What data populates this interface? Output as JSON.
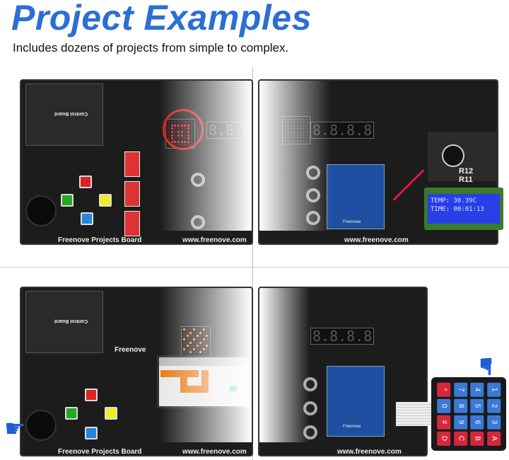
{
  "header": {
    "title": "Project Examples",
    "subtitle": "Includes dozens of projects from simple to complex."
  },
  "board": {
    "name": "Freenove Projects Board",
    "url": "www.freenove.com",
    "logo": "Freenove",
    "control_board": "Control Board"
  },
  "lcd": {
    "line1": "TEMP: 30.39C",
    "line2": "TIME: 00:01:13"
  },
  "sensor_inset": {
    "label1": "R12",
    "label2": "R11"
  },
  "seven_segment": "8.8.8.8",
  "keypad": {
    "keys": [
      "*",
      "7",
      "4",
      "1",
      "0",
      "8",
      "5",
      "2",
      "#",
      "9",
      "6",
      "3",
      "D",
      "C",
      "B",
      "A"
    ],
    "key_colors": [
      "red",
      "blue",
      "blue",
      "blue",
      "blue",
      "blue",
      "blue",
      "blue",
      "red",
      "blue",
      "blue",
      "blue",
      "red",
      "red",
      "red",
      "red"
    ]
  },
  "colors": {
    "title": "#2b6fd3",
    "board": "#1c1c1c",
    "key_red": "#d6283c",
    "key_blue": "#3a7ad6",
    "hand": "#1f5fd6"
  }
}
